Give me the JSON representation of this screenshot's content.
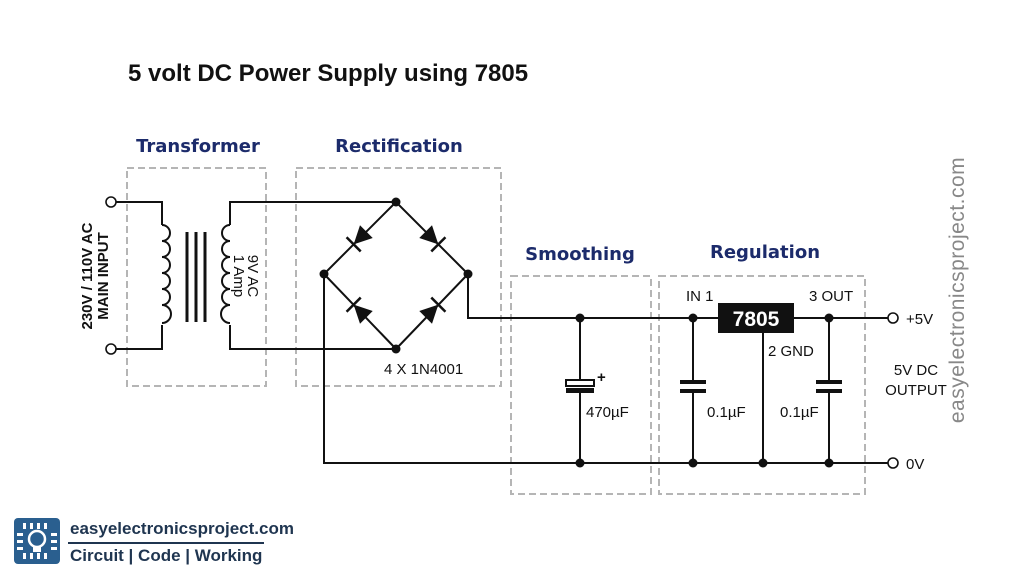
{
  "title": "5 volt DC Power Supply using 7805",
  "sections": {
    "transformer": "Transformer",
    "rectification": "Rectification",
    "smoothing": "Smoothing",
    "regulation": "Regulation"
  },
  "labels": {
    "main_input_line1": "230V / 110V AC",
    "main_input_line2": "MAIN INPUT",
    "secondary_line1": "9V AC",
    "secondary_line2": "1 Amp",
    "diodes": "4 X 1N4001",
    "cap_polarity": "+",
    "cap_smoothing": "470µF",
    "pin_in": "IN 1",
    "pin_out": "3 OUT",
    "pin_gnd": "2 GND",
    "regulator": "7805",
    "cap_in": "0.1µF",
    "cap_out": "0.1µF",
    "out_pos": "+5V",
    "out_gnd": "0V",
    "output_line1": "5V DC",
    "output_line2": "OUTPUT"
  },
  "watermark": "easyelectronicsproject.com",
  "logo": {
    "site": "easyelectronicsproject.com",
    "tagline": "Circuit | Code | Working",
    "icon": "bulb-chip-icon"
  },
  "colors": {
    "wire": "#111111",
    "section_label": "#1c2b6b",
    "section_border": "#b5b5b5",
    "regulator_body": "#111111",
    "watermark": "#888888",
    "brand": "#2a5f8f"
  }
}
